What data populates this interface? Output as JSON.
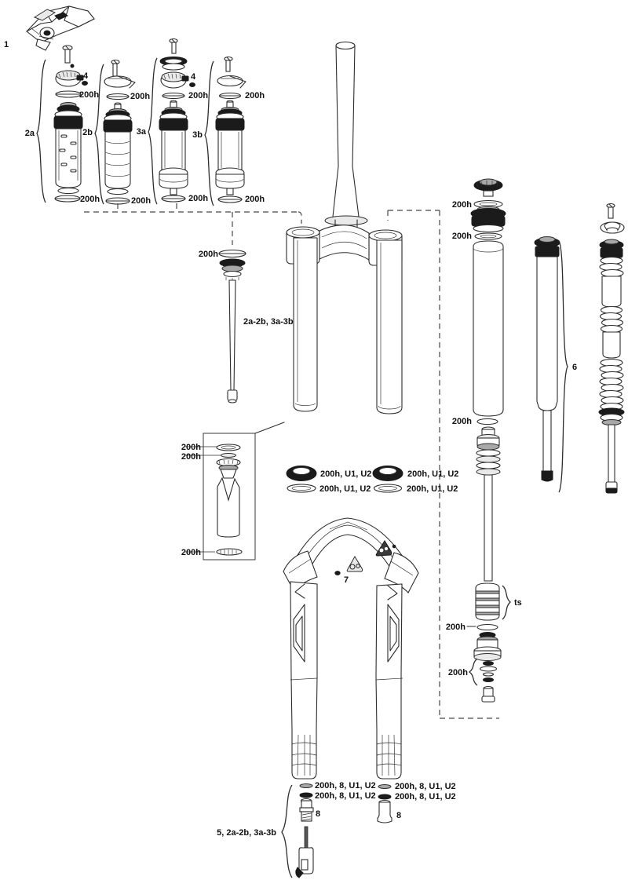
{
  "labels": {
    "remote_lever": "1",
    "damper_2a": "2a",
    "damper_2b": "2b",
    "damper_3a": "3a",
    "damper_3b": "3b",
    "clamp_bolt": "4",
    "service_interval": "200h",
    "damper_shaft_group": "2a-2b, 3a-3b",
    "dust_seal_service": "200h, U1, U2",
    "air_spring_assembly": "6",
    "fender_bolt": "7",
    "tokens": "ts",
    "foot_hardware_service": "200h, 8, U1, U2",
    "foot_bolt": "8",
    "rebound_group": "5, 2a-2b, 3a-3b"
  }
}
